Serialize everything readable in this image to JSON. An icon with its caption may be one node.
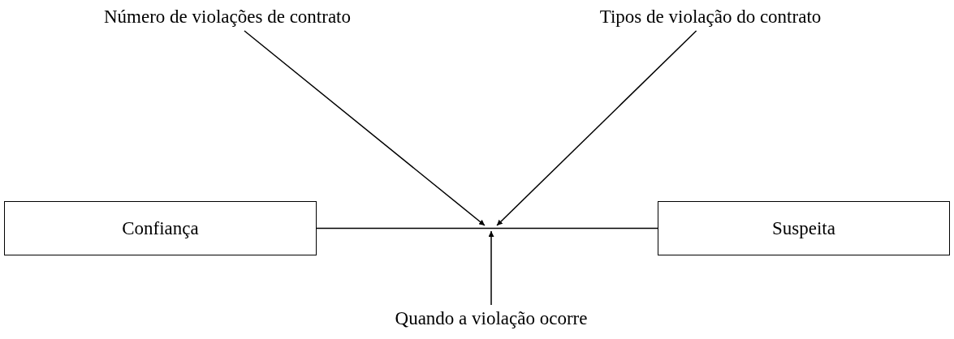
{
  "diagram": {
    "nodes": [
      {
        "text": [
          "Confiança"
        ]
      },
      {
        "text": [
          "Suspeita"
        ]
      },
      {
        "text": [
          "Número de violações de contrato"
        ]
      },
      {
        "text": [
          "Tipos de violação do contrato"
        ]
      },
      {
        "text": [
          "Quando a violação ocorre"
        ]
      }
    ],
    "edges": [
      {
        "from": 0,
        "to": 1,
        "arrow": "none"
      },
      {
        "from": 2,
        "to": null,
        "arrow": "to"
      },
      {
        "from": 3,
        "to": null,
        "arrow": "to"
      },
      {
        "from": 4,
        "to": null,
        "arrow": "to"
      }
    ]
  }
}
